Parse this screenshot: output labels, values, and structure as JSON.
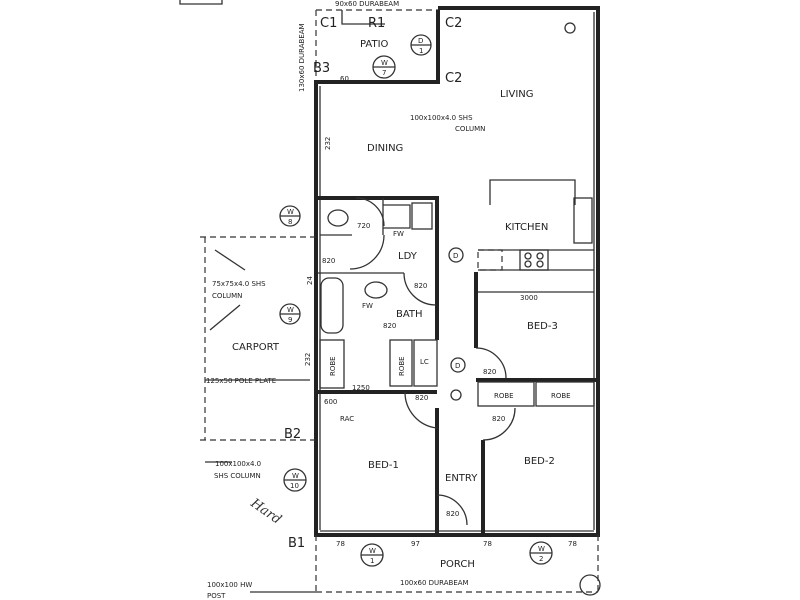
{
  "rooms": {
    "patio": "PATIO",
    "living": "LIVING",
    "dining": "DINING",
    "kitchen": "KITCHEN",
    "laundry": "LDY",
    "bath": "BATH",
    "carport": "CARPORT",
    "bed1": "BED-1",
    "bed2": "BED-2",
    "bed3": "BED-3",
    "entry": "ENTRY",
    "porch": "PORCH",
    "robe": "ROBE",
    "linen": "LC"
  },
  "annotations": {
    "top_beam": "90x60 DURABEAM",
    "left_beam": "130x60 DURABEAM",
    "c1": "C1",
    "c2a": "C2",
    "c2b": "C2",
    "r1": "R1",
    "b3": "B3",
    "b2": "B2",
    "b1": "B1",
    "shs_column_1a": "100x100x4.0 SHS",
    "shs_column_1b": "COLUMN",
    "shs_column_2a": "75x75x4.0 SHS",
    "shs_column_2b": "COLUMN",
    "shs_column_3a": "100x100x4.0",
    "shs_column_3b": "SHS COLUMN",
    "pole_plate": "125x50 POLE PLATE",
    "rac": "RAC",
    "porch_beam": "100x60 DURABEAM",
    "hw_post_a": "100x100 HW",
    "hw_post_b": "POST",
    "fw1": "FW",
    "fw2": "FW",
    "handwritten": "Hard"
  },
  "dimensions": {
    "d60": "60",
    "d232a": "232",
    "d232b": "232",
    "d24": "24",
    "d720": "720",
    "d820_ldy": "820",
    "d820_ldy2": "820",
    "d820_bath": "820",
    "d3000": "3000",
    "d820_bed3": "820",
    "d1250": "1250",
    "d600": "600",
    "d820_hall": "820",
    "d820_bed2": "820",
    "d820_entry": "820",
    "d78a": "78",
    "d97": "97",
    "d78b": "78",
    "d78c": "78"
  },
  "tags": {
    "d1_top": "D",
    "d1_bot": "1",
    "w7_top": "W",
    "w7_bot": "7",
    "w8_top": "W",
    "w8_bot": "8",
    "w9_top": "W",
    "w9_bot": "9",
    "w10_top": "W",
    "w10_bot": "10",
    "w1_top": "W",
    "w1_bot": "1",
    "w2_top": "W",
    "w2_bot": "2",
    "door_ldy": "D",
    "door_hall": "D"
  }
}
